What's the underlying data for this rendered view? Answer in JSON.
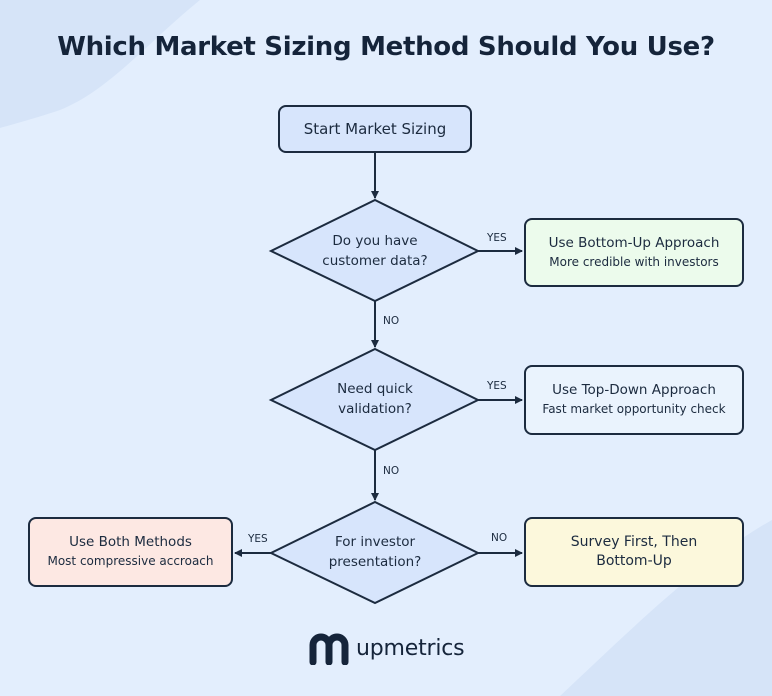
{
  "title": "Which Market Sizing Method Should You Use?",
  "nodes": {
    "start": "Start Market Sizing",
    "q1": [
      "Do you have",
      "customer data?"
    ],
    "q2": [
      "Need quick",
      "validation?"
    ],
    "q3": [
      "For investor",
      "presentation?"
    ],
    "bottom_up": [
      "Use Bottom-Up Approach",
      "More credible with investors"
    ],
    "top_down": [
      "Use Top-Down Approach",
      "Fast market opportunity check"
    ],
    "both": [
      "Use Both Methods",
      "Most compressive accroach"
    ],
    "survey": [
      "Survey First, Then",
      "Bottom-Up"
    ]
  },
  "edge_labels": {
    "q1_yes": "YES",
    "q1_no": "NO",
    "q2_yes": "YES",
    "q2_no": "NO",
    "q3_yes": "YES",
    "q3_no": "NO"
  },
  "brand": {
    "name": "upmetrics",
    "icon": "upmetrics-logo-icon"
  },
  "colors": {
    "background": "#e3eefd",
    "stroke": "#1c2b3f",
    "start_fill": "#d7e5fc",
    "diamond_fill": "#d7e5fc",
    "bottom_up_fill": "#ecfbec",
    "top_down_fill": "#eaf3fd",
    "both_fill": "#fde8e3",
    "survey_fill": "#fcf8dc"
  }
}
